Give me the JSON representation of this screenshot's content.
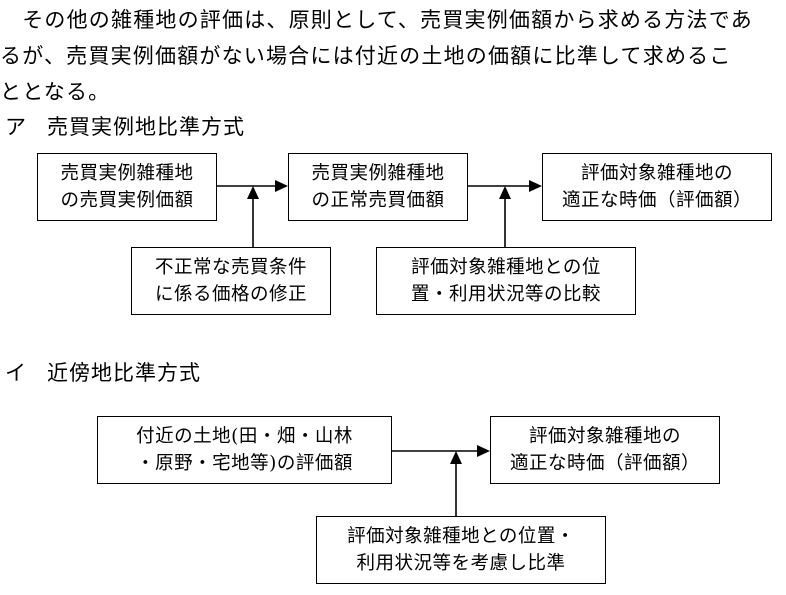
{
  "intro": {
    "line1": "　その他の雑種地の評価は、原則として、売買実例価額から求める方法であ",
    "line2": "るが、売買実例価額がない場合には付近の土地の価額に比準して求めるこ",
    "line3": "ととなる。"
  },
  "section_a": {
    "number": "ア",
    "title": "売買実例地比準方式",
    "box1": {
      "line1": "売買実例雑種地",
      "line2": "の売買実例価額"
    },
    "box2": {
      "line1": "売買実例雑種地",
      "line2": "の正常売買価額"
    },
    "box3": {
      "line1": "評価対象雑種地の",
      "line2": "適正な時価（評価額）"
    },
    "box4": {
      "line1": "不正常な売買条件",
      "line2": "に係る価格の修正"
    },
    "box5": {
      "line1": "評価対象雑種地との位",
      "line2": "置・利用状況等の比較"
    }
  },
  "section_b": {
    "number": "イ",
    "title": "近傍地比準方式",
    "box1": {
      "line1": "付近の土地(田・畑・山林",
      "line2": "・原野・宅地等)の評価額"
    },
    "box2": {
      "line1": "評価対象雑種地の",
      "line2": "適正な時価（評価額）"
    },
    "box3": {
      "line1": "評価対象雑種地との位置・",
      "line2": "利用状況等を考慮し比準"
    }
  }
}
